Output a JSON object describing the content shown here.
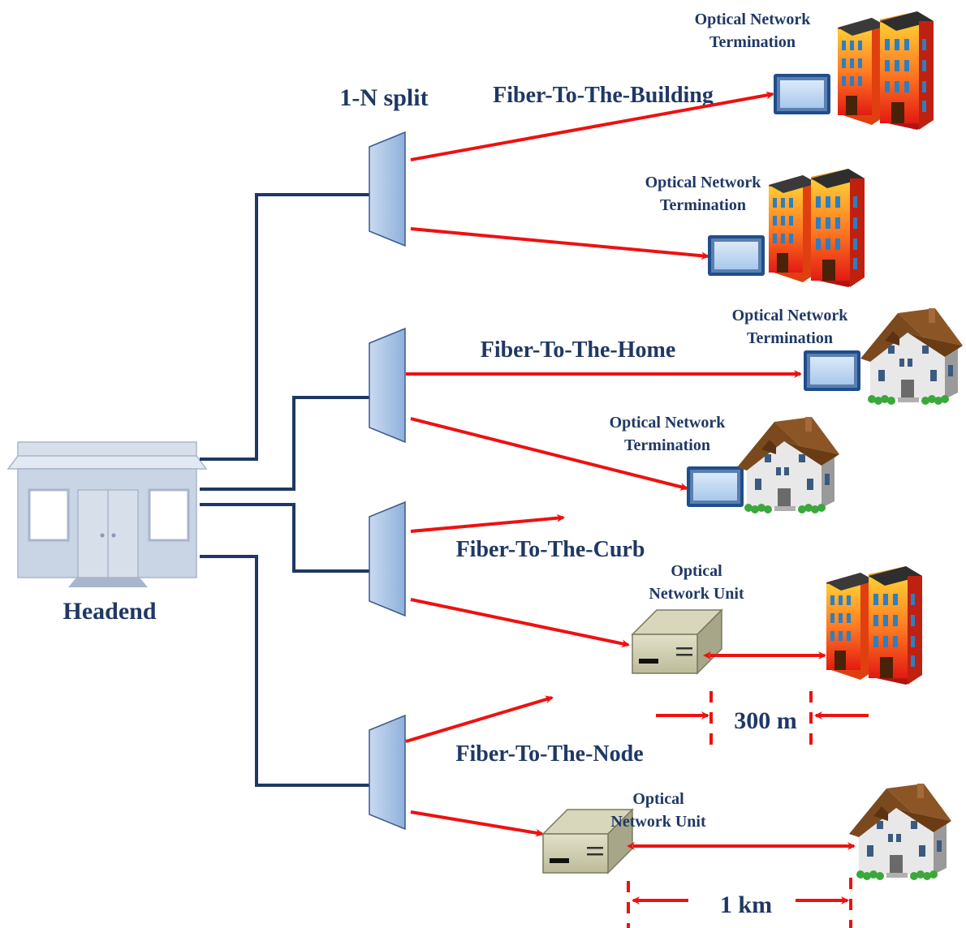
{
  "labels": {
    "splitter": "1-N split",
    "headend": "Headend",
    "ftt_building": "Fiber-To-The-Building",
    "ftt_home": "Fiber-To-The-Home",
    "ftt_curb": "Fiber-To-The-Curb",
    "ftt_node": "Fiber-To-The-Node",
    "ont_1": "Optical Network",
    "ont_2": "Termination",
    "onu_1": "Optical",
    "onu_2": "Network Unit",
    "dist_curb": "300 m",
    "dist_node": "1 km"
  },
  "colors": {
    "fiber": "#ee1111",
    "feeder": "#1f3864",
    "label": "#1f3864",
    "splitter": "#a9c3e8",
    "ont_screen": "#c4dcf4"
  }
}
